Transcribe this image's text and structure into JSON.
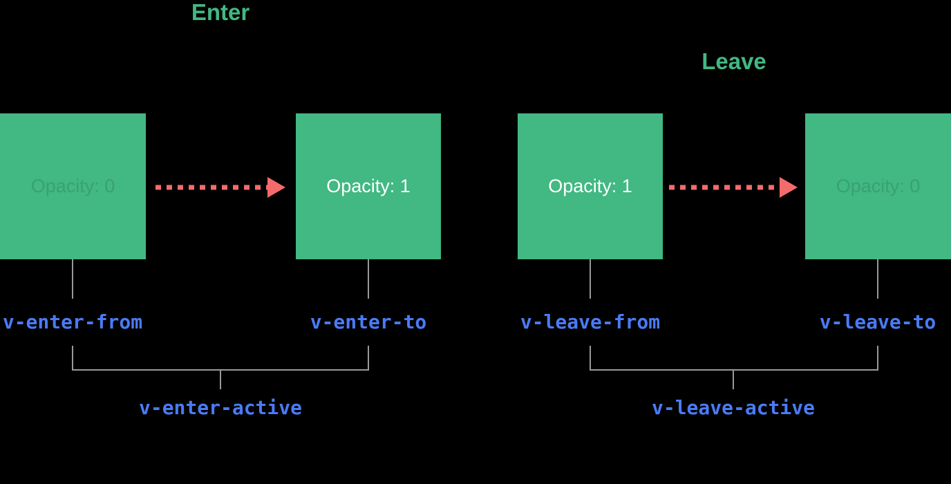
{
  "colors": {
    "background": "#000000",
    "box_green": "#42b883",
    "arrow_red": "#f56b6b",
    "label_blue": "#4a7bf5",
    "line_gray": "#999999",
    "box_text_white": "#ffffff"
  },
  "enter": {
    "title": "Enter",
    "from_box": {
      "text": "Opacity: 0",
      "state": "faded"
    },
    "to_box": {
      "text": "Opacity: 1",
      "state": "normal"
    },
    "from_label": "v-enter-from",
    "to_label": "v-enter-to",
    "active_label": "v-enter-active"
  },
  "leave": {
    "title": "Leave",
    "from_box": {
      "text": "Opacity: 1",
      "state": "normal"
    },
    "to_box": {
      "text": "Opacity: 0",
      "state": "faded"
    },
    "from_label": "v-leave-from",
    "to_label": "v-leave-to",
    "active_label": "v-leave-active"
  }
}
